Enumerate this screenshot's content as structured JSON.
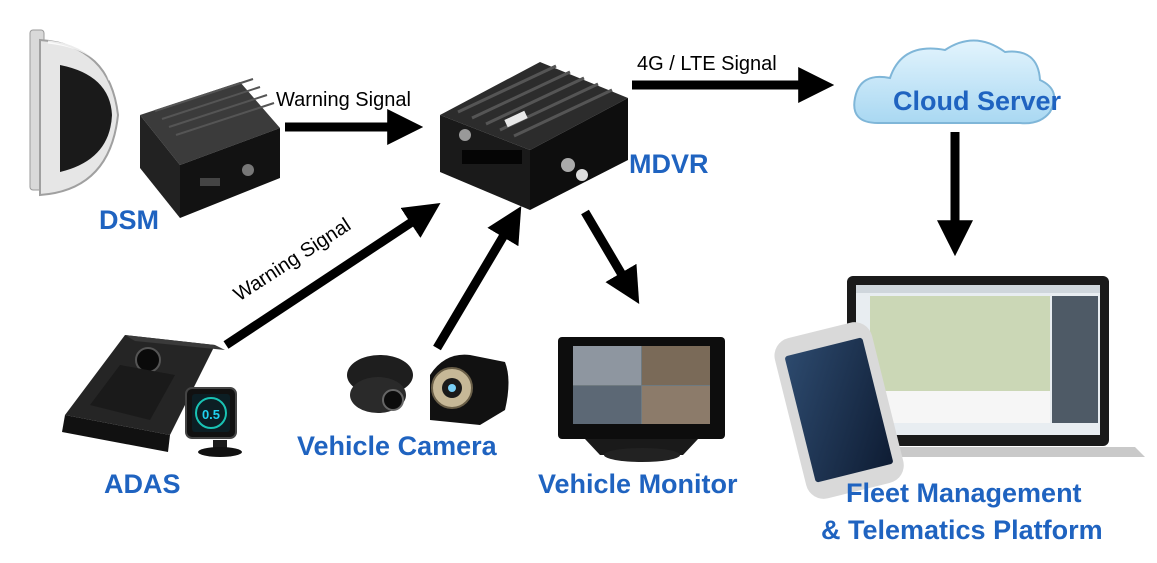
{
  "nodes": {
    "dsm": {
      "label": "DSM"
    },
    "mdvr": {
      "label": "MDVR"
    },
    "cloud": {
      "label": "Cloud Server"
    },
    "adas": {
      "label": "ADAS",
      "display_value": "0.5"
    },
    "camera": {
      "label": "Vehicle Camera"
    },
    "monitor": {
      "label": "Vehicle Monitor"
    },
    "platform": {
      "label_line1": "Fleet Management",
      "label_line2": "& Telematics Platform"
    }
  },
  "edges": {
    "dsm_to_mdvr": "Warning Signal",
    "adas_to_mdvr": "Warning Signal",
    "mdvr_to_cloud": "4G / LTE  Signal"
  },
  "colors": {
    "label_blue": "#1f63c0",
    "arrow": "#000000",
    "cloud_fill": "#bfe3f7"
  }
}
